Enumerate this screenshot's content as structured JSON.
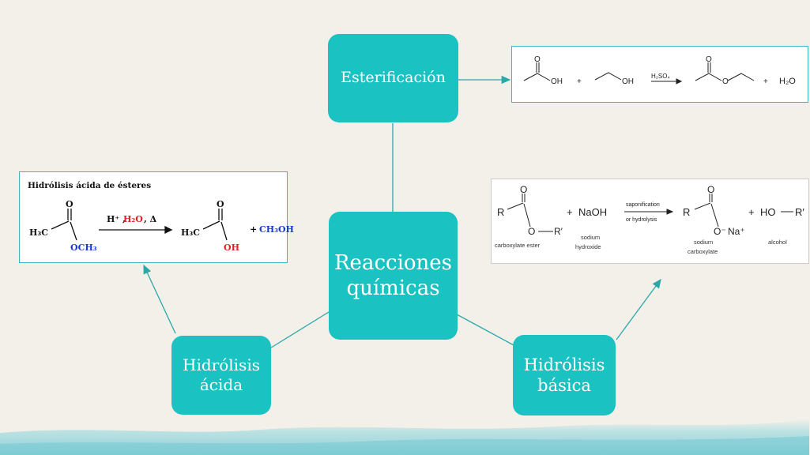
{
  "nodes": {
    "center": "Reacciones químicas",
    "esterificacion": "Esterificación",
    "hidrolisis_acida": "Hidrólisis ácida",
    "hidrolisis_basica": "Hidrólisis básica"
  },
  "esterificacion_panel": {
    "o1": "O",
    "oh1": "OH",
    "plus1": "+",
    "oh2": "OH",
    "catalyst": "H₂SO₄",
    "o2": "O",
    "o3": "O",
    "plus2": "+",
    "water": "H₂O"
  },
  "acida_panel": {
    "title": "Hidrólisis ácida de ésteres",
    "o1": "O",
    "h3c1": "H₃C",
    "och3": "OCH₃",
    "reagents_h": "H⁺ ,",
    "reagents_h2o": "H₂O",
    "reagents_delta": ", Δ",
    "o2": "O",
    "h3c2": "H₃C",
    "oh": "OH",
    "plus": "+",
    "methanol": "CH₃OH"
  },
  "basica_panel": {
    "r1": "R",
    "o_top1": "O",
    "o_ester": "O",
    "r_prime1": "R′",
    "plus1": "+",
    "naoh": "NaOH",
    "arrow_top": "saponification",
    "arrow_bottom": "or hydrolysis",
    "r2": "R",
    "o_top2": "O",
    "o_minus": "O⁻",
    "na": "Na⁺",
    "plus2": "+",
    "ho": "HO",
    "r_prime2": "R′",
    "label_ester": "carboxylate ester",
    "label_naoh_1": "sodium",
    "label_naoh_2": "hydroxide",
    "label_salt_1": "sodium",
    "label_salt_2": "carboxylate",
    "label_alcohol": "alcohol"
  },
  "colors": {
    "node": "#1bc2c2",
    "connector": "#2aa8a8",
    "acid_red": "#e02020",
    "acid_blue": "#1a3ad0",
    "background": "#f3f0ea"
  }
}
